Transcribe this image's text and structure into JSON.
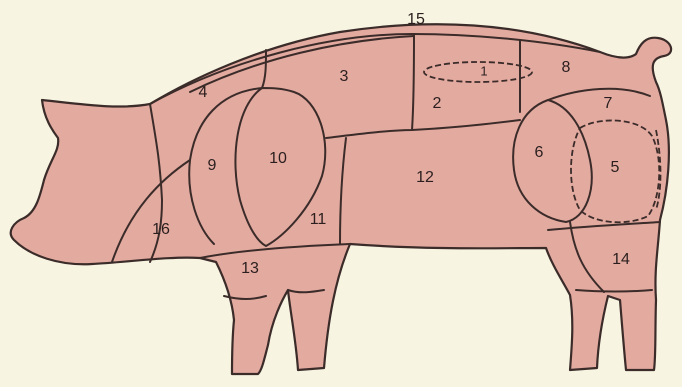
{
  "diagram": {
    "colors": {
      "background": "#f7f4e1",
      "pig_fill": "#e3aaa0",
      "outline": "#3b2c2a"
    },
    "cut_labels": {
      "c1": "1",
      "c2": "2",
      "c3": "3",
      "c4": "4",
      "c5": "5",
      "c6": "6",
      "c7": "7",
      "c8": "8",
      "c9": "9",
      "c10": "10",
      "c11": "11",
      "c12": "12",
      "c13": "13",
      "c14": "14",
      "c15": "15",
      "c16": "16"
    }
  }
}
